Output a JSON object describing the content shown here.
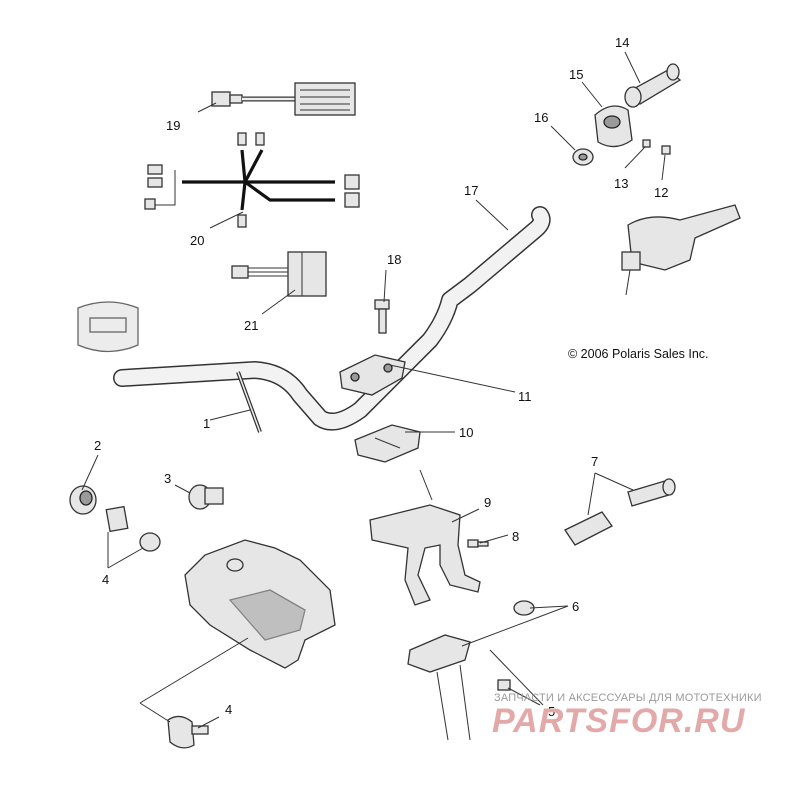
{
  "callouts": {
    "c1": "1",
    "c2": "2",
    "c3": "3",
    "c4a": "4",
    "c4b": "4",
    "c5": "5",
    "c6": "6",
    "c7": "7",
    "c8": "8",
    "c9": "9",
    "c10": "10",
    "c11": "11",
    "c12": "12",
    "c13": "13",
    "c14": "14",
    "c15": "15",
    "c16": "16",
    "c17": "17",
    "c18": "18",
    "c19": "19",
    "c20": "20",
    "c21": "21"
  },
  "copyright": "© 2006 Polaris Sales Inc.",
  "watermark": {
    "caption": "ЗАПЧАСТИ И АКСЕССУАРЫ ДЛЯ МОТОТЕХНИКИ",
    "logo": "PARTSFOR.RU"
  },
  "colors": {
    "line": "#333333",
    "watermark": "#e3a9a9"
  }
}
